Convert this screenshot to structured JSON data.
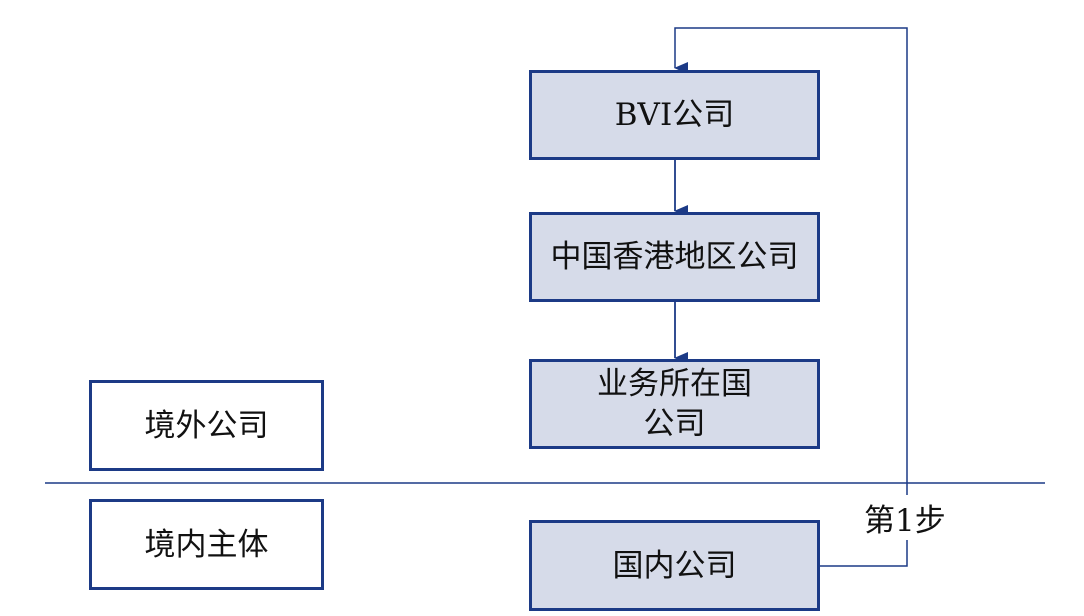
{
  "diagram": {
    "offshore_label": "境外公司",
    "domestic_label": "境内主体",
    "nodes": {
      "bvi": "BVI公司",
      "hongkong": "中国香港地区公司",
      "operating": "业务所在国\n公司",
      "domestic": "国内公司"
    },
    "step_label": "第1步"
  },
  "colors": {
    "line": "#1c3a86",
    "box_fill": "#d6dbe9"
  }
}
